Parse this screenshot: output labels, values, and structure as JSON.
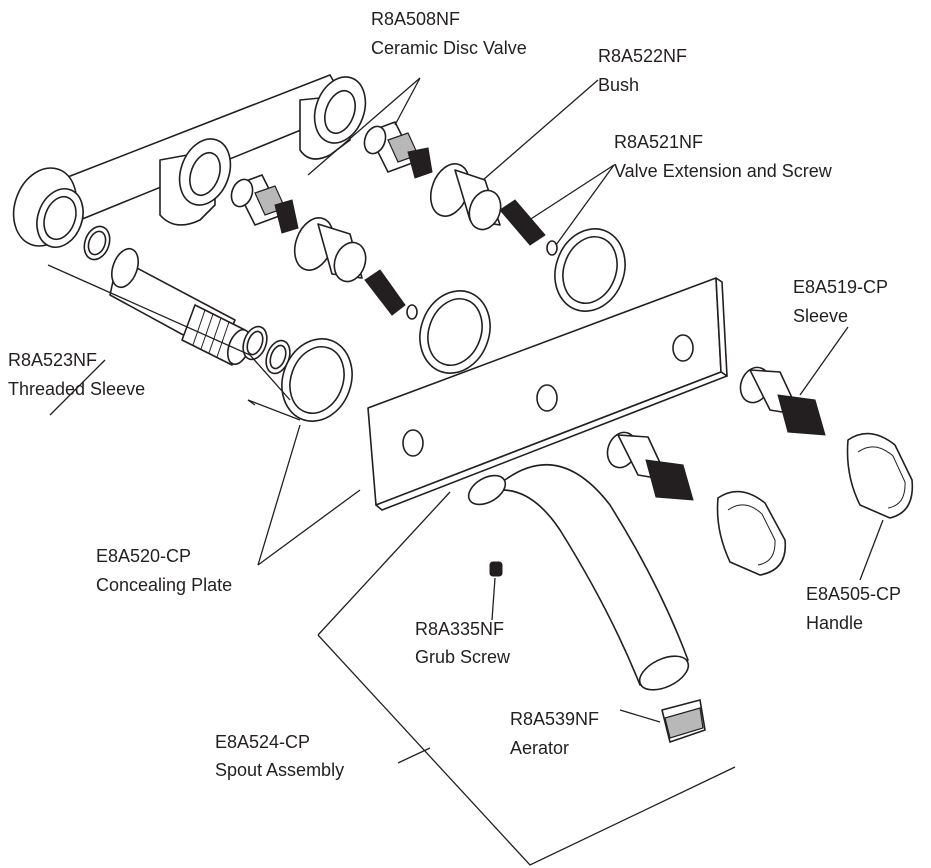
{
  "parts": [
    {
      "code": "R8A508NF",
      "name": "Ceramic Disc Valve"
    },
    {
      "code": "R8A522NF",
      "name": "Bush"
    },
    {
      "code": "R8A521NF",
      "name": "Valve Extension and Screw"
    },
    {
      "code": "E8A519-CP",
      "name": "Sleeve"
    },
    {
      "code": "R8A523NF",
      "name": "Threaded Sleeve"
    },
    {
      "code": "E8A520-CP",
      "name": "Concealing Plate"
    },
    {
      "code": "R8A335NF",
      "name": "Grub Screw"
    },
    {
      "code": "E8A505-CP",
      "name": "Handle"
    },
    {
      "code": "E8A524-CP",
      "name": "Spout Assembly"
    },
    {
      "code": "R8A539NF",
      "name": "Aerator"
    }
  ]
}
